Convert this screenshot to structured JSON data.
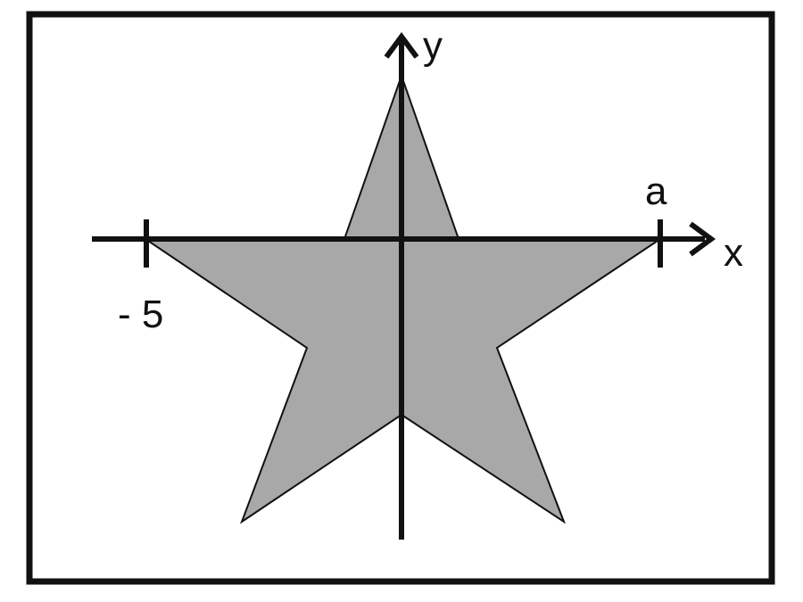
{
  "diagram": {
    "axes": {
      "x_label": "x",
      "y_label": "y"
    },
    "markers": {
      "left_tick_label": "- 5",
      "right_tick_label": "a"
    },
    "colors": {
      "star_fill": "#a8a8a8",
      "stroke": "#111111",
      "background": "#ffffff"
    },
    "shape": "five-pointed star"
  }
}
